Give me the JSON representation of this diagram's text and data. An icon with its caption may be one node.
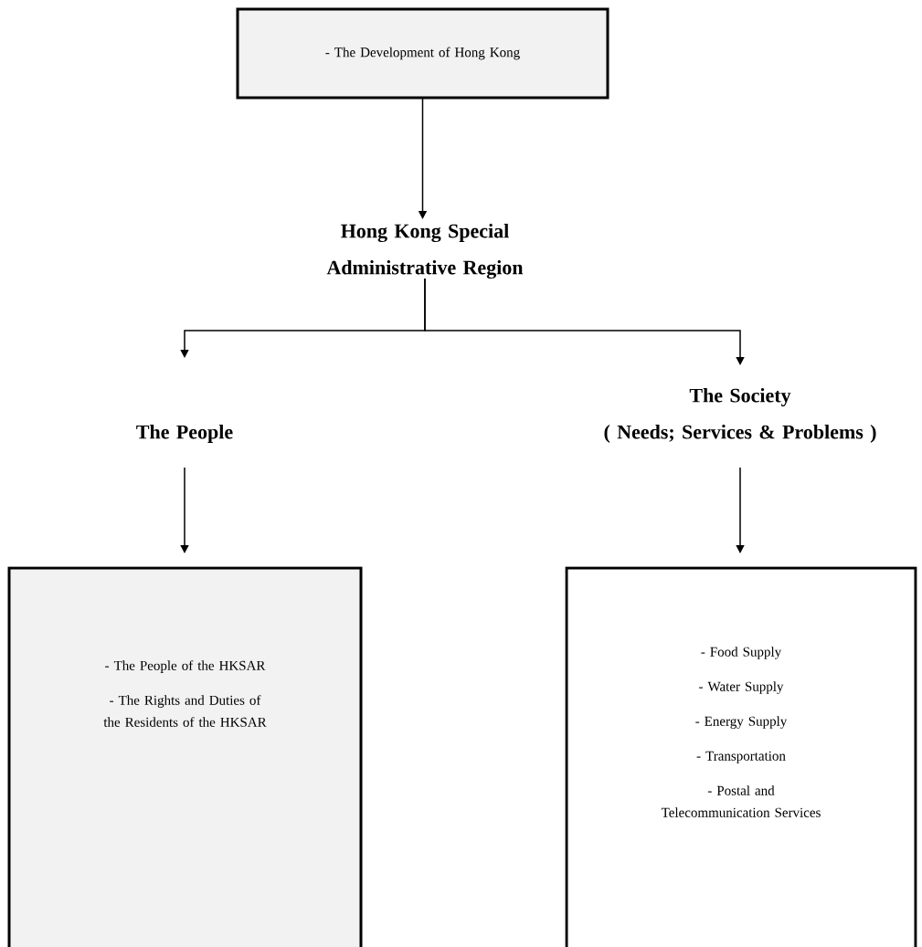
{
  "diagram": {
    "nodes": [
      {
        "text": [
          "- The Development of Hong Kong"
        ]
      },
      {
        "text": [
          "Hong Kong Special Administrative Region"
        ]
      },
      {
        "text": [
          "The People"
        ]
      },
      {
        "text": [
          "The Society",
          "( Needs; Services & Problems )"
        ]
      },
      {
        "text": [
          "- The People of the HKSAR",
          "- The Rights and Duties of the Residents of the HKSAR"
        ]
      },
      {
        "text": [
          "- Food Supply",
          "- Water Supply",
          "- Energy Supply",
          "- Transportation",
          "- Postal and Telecommunication Services"
        ]
      }
    ],
    "edges": [
      {
        "from": 0,
        "to": 1,
        "arrow": "to"
      },
      {
        "from": 1,
        "to": 2,
        "arrow": "to"
      },
      {
        "from": 1,
        "to": 3,
        "arrow": "to"
      },
      {
        "from": 2,
        "to": 4,
        "arrow": "to"
      },
      {
        "from": 3,
        "to": 5,
        "arrow": "to"
      }
    ]
  }
}
